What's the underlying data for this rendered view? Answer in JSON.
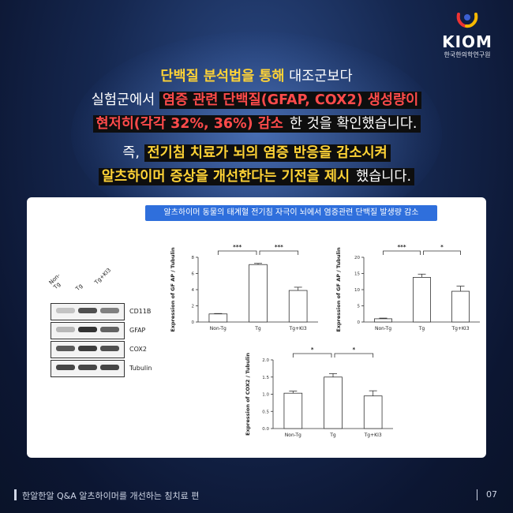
{
  "brand": {
    "name": "KIOM",
    "subtitle": "한국한의학연구원"
  },
  "headline": {
    "line1_yellow": "단백질 분석법을 통해",
    "line1_rest": " 대조군보다",
    "line2_rest": "실험군에서 ",
    "line2_red": "염증 관련 단백질(GFAP, COX2) 생성량이",
    "line3_red": "현저히(각각 32%, 36%) 감소",
    "line3_rest": "한 것을 확인했습니다.",
    "line4_a": "즉, ",
    "line4_yellow": "전기침 치료가 뇌의 염증 반응을 감소시켜",
    "line5_yellow": "알츠하이머 증상을 개선한다는 기전을 제시",
    "line5_rest": "했습니다."
  },
  "card": {
    "title": "알츠하이머 동물의 태계혈 전기침 자극이 뇌에서 염증관련 단백질 발생량 감소"
  },
  "western_blot": {
    "lanes": [
      "Non-Tg",
      "Tg",
      "Tg+KI3"
    ],
    "rows": [
      {
        "label": "CD11B",
        "intensity": [
          0.25,
          0.85,
          0.6
        ]
      },
      {
        "label": "GFAP",
        "intensity": [
          0.3,
          1.0,
          0.75
        ]
      },
      {
        "label": "COX2",
        "intensity": [
          0.8,
          0.95,
          0.85
        ]
      },
      {
        "label": "Tubulin",
        "intensity": [
          0.9,
          0.9,
          0.9
        ]
      }
    ]
  },
  "chart_data": [
    {
      "type": "bar",
      "ylabel": "Expression of GF AP / Tubulin",
      "categories": [
        "Non-Tg",
        "Tg",
        "Tg+KI3"
      ],
      "values": [
        1.0,
        7.1,
        3.9
      ],
      "errors": [
        0.05,
        0.15,
        0.4
      ],
      "ylim": [
        0,
        8
      ],
      "yticks": [
        "0",
        "2",
        "4",
        "6",
        "8"
      ],
      "significance": [
        {
          "from": 0,
          "to": 1,
          "label": "***"
        },
        {
          "from": 1,
          "to": 2,
          "label": "***"
        }
      ]
    },
    {
      "type": "bar",
      "ylabel": "Expression of GF AP / Tubulin",
      "categories": [
        "Non-Tg",
        "Tg",
        "Tg+KI3"
      ],
      "values": [
        1.0,
        13.8,
        9.5
      ],
      "errors": [
        0.2,
        1.0,
        1.6
      ],
      "ylim": [
        0,
        20
      ],
      "yticks": [
        "0",
        "5",
        "10",
        "15",
        "20"
      ],
      "significance": [
        {
          "from": 0,
          "to": 1,
          "label": "***"
        },
        {
          "from": 1,
          "to": 2,
          "label": "*"
        }
      ]
    },
    {
      "type": "bar",
      "ylabel": "Expression of COX2 / Tubulin",
      "categories": [
        "Non-Tg",
        "Tg",
        "Tg+KI3"
      ],
      "values": [
        1.03,
        1.5,
        0.95
      ],
      "errors": [
        0.06,
        0.1,
        0.15
      ],
      "ylim": [
        0,
        2.0
      ],
      "yticks": [
        "0.0",
        "0.5",
        "1.0",
        "1.5",
        "2.0"
      ],
      "significance": [
        {
          "from": 0,
          "to": 1,
          "label": "*"
        },
        {
          "from": 1,
          "to": 2,
          "label": "*"
        }
      ]
    }
  ],
  "footer": {
    "left_text": "한알한알 Q&A 알츠하이머를 개선하는 침치료 편",
    "page": "07"
  },
  "colors": {
    "accent_blue": "#2f6fdc",
    "highlight_yellow": "#ffd336",
    "highlight_red": "#ff4b4b"
  }
}
